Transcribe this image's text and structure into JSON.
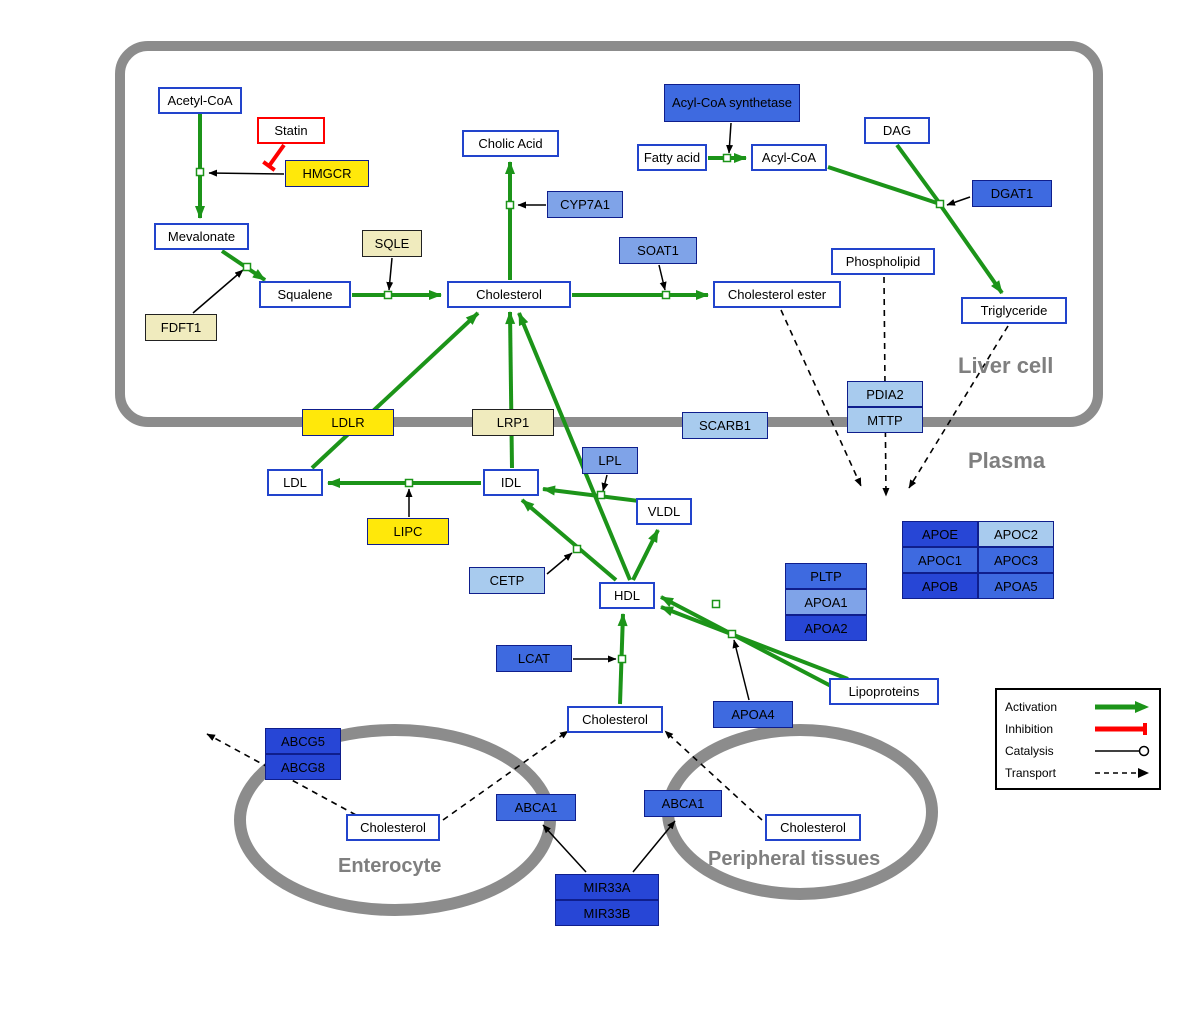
{
  "regions": {
    "liver": "Liver cell",
    "plasma": "Plasma",
    "enterocyte": "Enterocyte",
    "peripheral": "Peripheral tissues"
  },
  "legend": {
    "activation": "Activation",
    "inhibition": "Inhibition",
    "catalysis": "Catalysis",
    "transport": "Transport"
  },
  "nodes": {
    "acetyl_coa": "Acetyl-CoA",
    "statin": "Statin",
    "hmgcr": "HMGCR",
    "mevalonate": "Mevalonate",
    "fdft1": "FDFT1",
    "squalene": "Squalene",
    "sqle": "SQLE",
    "cholesterol_liver": "Cholesterol",
    "cholic_acid": "Cholic Acid",
    "cyp7a1": "CYP7A1",
    "acyl_coa_synthetase": "Acyl-CoA synthetase",
    "fatty_acid": "Fatty acid",
    "acyl_coa": "Acyl-CoA",
    "dag": "DAG",
    "dgat1": "DGAT1",
    "soat1": "SOAT1",
    "cholesterol_ester": "Cholesterol ester",
    "phospholipid": "Phospholipid",
    "triglyceride": "Triglyceride",
    "pdia2": "PDIA2",
    "mttp": "MTTP",
    "ldlr": "LDLR",
    "lrp1": "LRP1",
    "scarb1": "SCARB1",
    "ldl": "LDL",
    "idl": "IDL",
    "lpl": "LPL",
    "vldl": "VLDL",
    "lipc": "LIPC",
    "cetp": "CETP",
    "hdl": "HDL",
    "pltp": "PLTP",
    "apoa1": "APOA1",
    "apoa2": "APOA2",
    "apoe": "APOE",
    "apoc2": "APOC2",
    "apoc1": "APOC1",
    "apoc3": "APOC3",
    "apob": "APOB",
    "apoa5": "APOA5",
    "lcat": "LCAT",
    "apoa4": "APOA4",
    "lipoproteins": "Lipoproteins",
    "cholesterol_plasma": "Cholesterol",
    "abcg5": "ABCG5",
    "abcg8": "ABCG8",
    "cholesterol_enterocyte": "Cholesterol",
    "abca1_enterocyte": "ABCA1",
    "abca1_peripheral": "ABCA1",
    "cholesterol_peripheral": "Cholesterol",
    "mir33a": "MIR33A",
    "mir33b": "MIR33B"
  },
  "colors": {
    "activation_green": "#1C9419",
    "inhibition_red": "#FF0000",
    "metabolite_border_blue": "#2244CC",
    "gene_dark_blue": "#2746D6",
    "gene_mid_blue": "#3E6AE0",
    "gene_soft_blue": "#7FA3E8",
    "gene_light_blue": "#A8CBEE",
    "gene_yellow": "#FFE80A",
    "gene_cream": "#F0EBBE",
    "compartment_gray": "#8C8C8C"
  }
}
